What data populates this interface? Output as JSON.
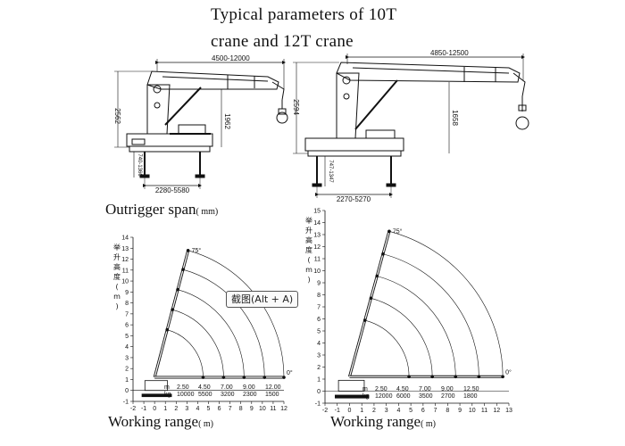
{
  "title": {
    "line1": "Typical parameters of 10T",
    "line2": "crane and 12T crane"
  },
  "captions": {
    "outrigger": "Outrigger span",
    "outrigger_unit": "( mm)",
    "working_range_1": "Working range",
    "working_range_1_unit": "( m)",
    "working_range_2": "Working range",
    "working_range_2_unit": "( m)"
  },
  "drawings": {
    "crane_10t": {
      "boom_length": "4500-12000",
      "total_height": "2562",
      "boom_height": "1962",
      "outrigger_height": "740-1360",
      "outrigger_span": "2280-5580"
    },
    "crane_12t": {
      "boom_length": "4850-12500",
      "total_height": "2594",
      "boom_height": "1658",
      "outrigger_height": "747-1347",
      "outrigger_span": "2270-5270"
    }
  },
  "screenshot_overlay": {
    "label": "截图(Alt + A)"
  },
  "chart_data": [
    {
      "type": "table",
      "xlabel": "",
      "ylabel": "举升高度（m）",
      "ylabel_chars": [
        "举",
        "升",
        "高",
        "度",
        "(",
        "m",
        ")"
      ],
      "angle_label": "75°",
      "end_angle_label": "0°",
      "xlim": [
        -2,
        12
      ],
      "ylim": [
        -1,
        14
      ],
      "x_ticks": [
        "-2",
        "-1",
        "0",
        "1",
        "2",
        "3",
        "4",
        "5",
        "6",
        "7",
        "8",
        "9",
        "10",
        "11",
        "12"
      ],
      "y_ticks": [
        "-1",
        "0",
        "1",
        "2",
        "3",
        "4",
        "5",
        "6",
        "7",
        "8",
        "9",
        "10",
        "11",
        "12",
        "13",
        "14"
      ],
      "load_table": {
        "radius_unit": "m",
        "load_unit": "kg",
        "radius": [
          "2.50",
          "4.50",
          "7.00",
          "9.00",
          "12.00"
        ],
        "load": [
          "10000",
          "5500",
          "3200",
          "2300",
          "1500"
        ]
      },
      "boom_lengths": [
        4.5,
        6.4,
        8.3,
        10.2,
        12.0
      ]
    },
    {
      "type": "table",
      "xlabel": "",
      "ylabel": "举升高度（m）",
      "ylabel_chars": [
        "举",
        "升",
        "高",
        "度",
        "(",
        "m",
        ")"
      ],
      "angle_label": "75°",
      "end_angle_label": "0°",
      "xlim": [
        -2,
        13
      ],
      "ylim": [
        -1,
        15
      ],
      "x_ticks": [
        "-2",
        "-1",
        "0",
        "1",
        "2",
        "3",
        "4",
        "5",
        "6",
        "7",
        "8",
        "9",
        "10",
        "11",
        "12",
        "13"
      ],
      "y_ticks": [
        "-1",
        "0",
        "1",
        "2",
        "3",
        "4",
        "5",
        "6",
        "7",
        "8",
        "9",
        "10",
        "11",
        "12",
        "13",
        "14",
        "15"
      ],
      "load_table": {
        "radius_unit": "m",
        "load_unit": "kg",
        "radius": [
          "2.50",
          "4.50",
          "7.00",
          "9.00",
          "12.50"
        ],
        "load": [
          "12000",
          "6000",
          "3500",
          "2700",
          "1800"
        ]
      },
      "boom_lengths": [
        4.85,
        6.75,
        8.65,
        10.55,
        12.5
      ]
    }
  ]
}
